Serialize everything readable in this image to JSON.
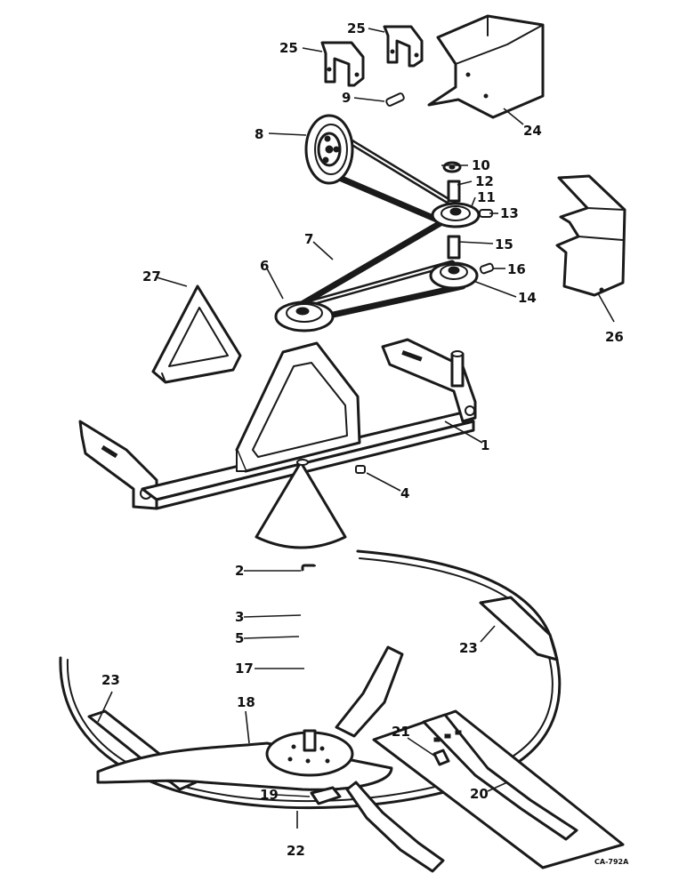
{
  "callouts": {
    "c1": "1",
    "c2": "2",
    "c3": "3",
    "c4": "4",
    "c5": "5",
    "c6": "6",
    "c7": "7",
    "c8": "8",
    "c9": "9",
    "c10": "10",
    "c11": "11",
    "c12": "12",
    "c13": "13",
    "c14": "14",
    "c15": "15",
    "c16": "16",
    "c17": "17",
    "c18": "18",
    "c19": "19",
    "c20": "20",
    "c21": "21",
    "c22": "22",
    "c23a": "23",
    "c23b": "23",
    "c24": "24",
    "c25a": "25",
    "c25b": "25",
    "c26": "26",
    "c27": "27"
  },
  "drawing_code": "CA-792A",
  "colors": {
    "ink": "#1a1a1a",
    "paper": "#ffffff"
  }
}
